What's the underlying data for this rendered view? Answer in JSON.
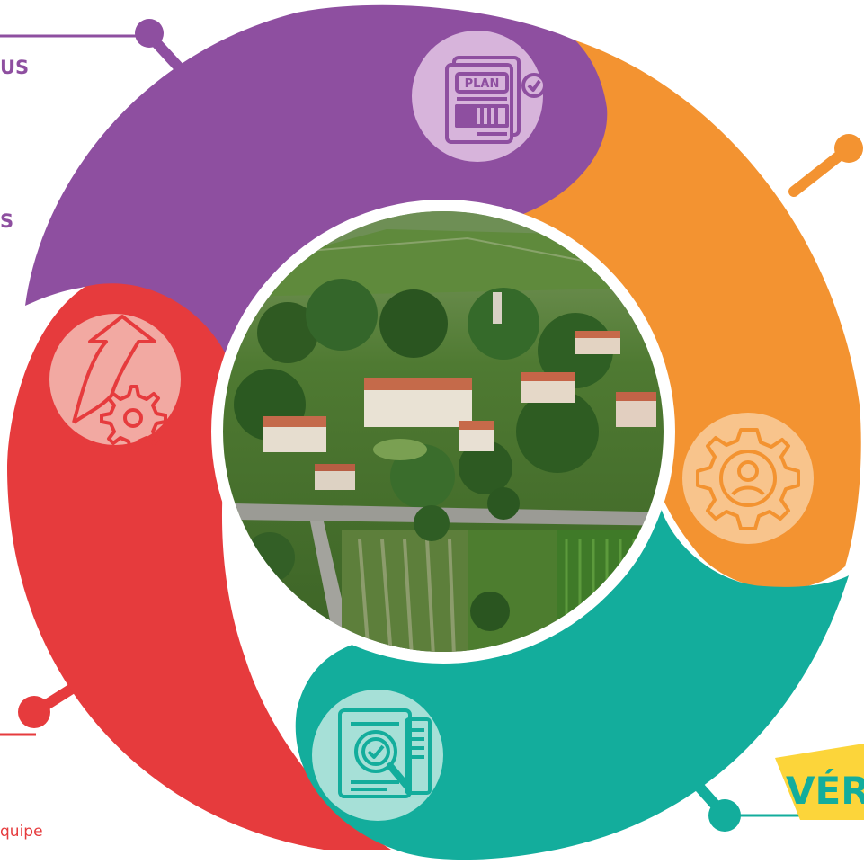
{
  "colors": {
    "purple": "#8e4fa0",
    "orange": "#f39331",
    "teal": "#13ad9c",
    "red": "#e63b3d",
    "yellow": "#fcd53a",
    "purple_light": "#d7b4db",
    "orange_light": "#f8c48c",
    "teal_light": "#a6e0d7",
    "red_light": "#f2a9a2"
  },
  "icons": [
    "plan-document-icon",
    "gear-person-icon",
    "magnifier-check-document-icon",
    "arrow-gear-icon"
  ],
  "texts": {
    "plan_label": "PLAN",
    "purple_fragment_1": "US",
    "purple_fragment_2": "S",
    "red_fragment_1": "quipe",
    "red_fragment_2": "",
    "teal_fragment": "VÉR"
  }
}
